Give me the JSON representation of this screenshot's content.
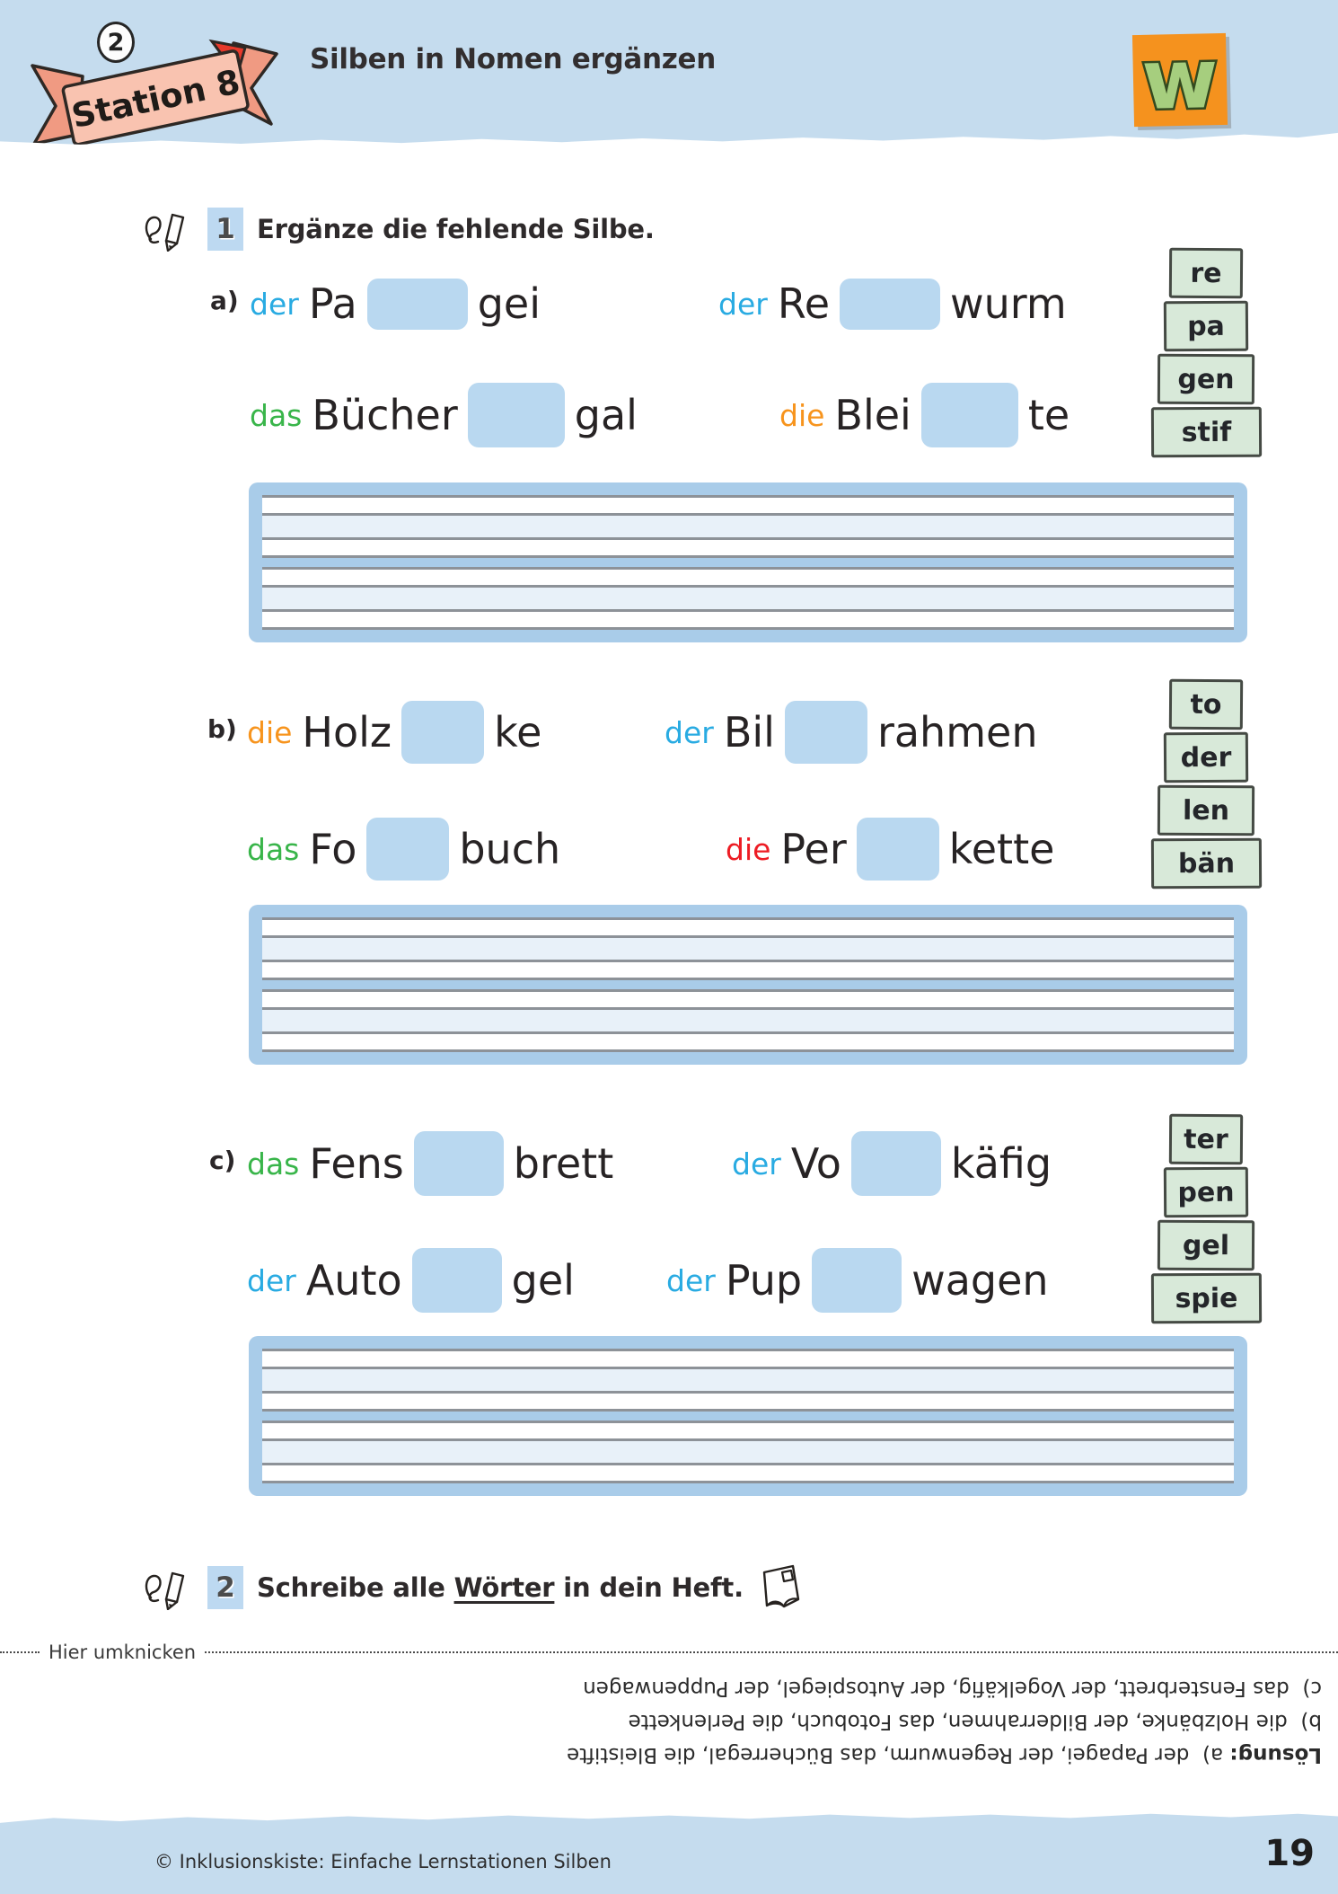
{
  "header": {
    "badge_number": "2",
    "banner_label": "Station 8",
    "title": "Silben in Nomen ergänzen",
    "letter_tile": "w"
  },
  "task1": {
    "number": "1",
    "instruction": "Ergänze die fehlende Silbe."
  },
  "task2": {
    "number": "2",
    "text_pre": "Schreibe alle ",
    "text_underlined": "Wörter",
    "text_post": " in dein Heft."
  },
  "sections": [
    {
      "label": "a)",
      "tiles": [
        "re",
        "pa",
        "gen",
        "stif"
      ],
      "phrases": [
        {
          "article": "der",
          "article_color": "#29abe2",
          "pre": "Pa",
          "post": "gei"
        },
        {
          "article": "der",
          "article_color": "#29abe2",
          "pre": "Re",
          "post": "wurm"
        },
        {
          "article": "das",
          "article_color": "#39b54a",
          "pre": "Bücher",
          "post": "gal"
        },
        {
          "article": "die",
          "article_color": "#f7941d",
          "pre": "Blei",
          "post": "te"
        }
      ]
    },
    {
      "label": "b)",
      "tiles": [
        "to",
        "der",
        "len",
        "bän"
      ],
      "phrases": [
        {
          "article": "die",
          "article_color": "#f7941d",
          "pre": "Holz",
          "post": "ke"
        },
        {
          "article": "der",
          "article_color": "#29abe2",
          "pre": "Bil",
          "post": "rahmen"
        },
        {
          "article": "das",
          "article_color": "#39b54a",
          "pre": "Fo",
          "post": "buch"
        },
        {
          "article": "die",
          "article_color": "#ed1c24",
          "pre": "Per",
          "post": "kette"
        }
      ]
    },
    {
      "label": "c)",
      "tiles": [
        "ter",
        "pen",
        "gel",
        "spie"
      ],
      "phrases": [
        {
          "article": "das",
          "article_color": "#39b54a",
          "pre": "Fens",
          "post": "brett"
        },
        {
          "article": "der",
          "article_color": "#29abe2",
          "pre": "Vo",
          "post": "käfig"
        },
        {
          "article": "der",
          "article_color": "#29abe2",
          "pre": "Auto",
          "post": "gel"
        },
        {
          "article": "der",
          "article_color": "#29abe2",
          "pre": "Pup",
          "post": "wagen"
        }
      ]
    }
  ],
  "fold": {
    "label": "Hier umknicken"
  },
  "solution": {
    "heading": "Lösung:",
    "line_a": " a)  der Papagei, der Regenwurm, das Bücherregal, die Bleistifte",
    "line_b": "b)  die Holzbänke, der Bilderrahmen, das Fotobuch, die Perlenkette",
    "line_c": "c)  das Fensterbrett, der Vogelkäfig, der Autospiegel, der Puppenwagen"
  },
  "footer": {
    "copyright": "© Inklusionskiste: Einfache Lernstationen Silben",
    "page_number": "19"
  },
  "icons": {
    "header_left": "station-ribbon-banner",
    "header_right": "letter-w-tile",
    "task_marker": "pencil-scribble-icon",
    "task2_right": "book-icon"
  },
  "colors": {
    "band_blue": "#c5dcee",
    "blank_blue": "#b9d8f0",
    "lines_box_blue": "#a9cce9",
    "lines_mid_blue": "#e8f1f9",
    "tile_green": "#d8e9d9",
    "banner_salmon": "#f9c3b0",
    "banner_red": "#e8392b",
    "icon_orange": "#f5921e",
    "icon_letter_green": "#a6ce7e",
    "article_der": "#29abe2",
    "article_das": "#39b54a",
    "article_die_orange": "#f7941d",
    "article_die_red": "#ed1c24"
  }
}
